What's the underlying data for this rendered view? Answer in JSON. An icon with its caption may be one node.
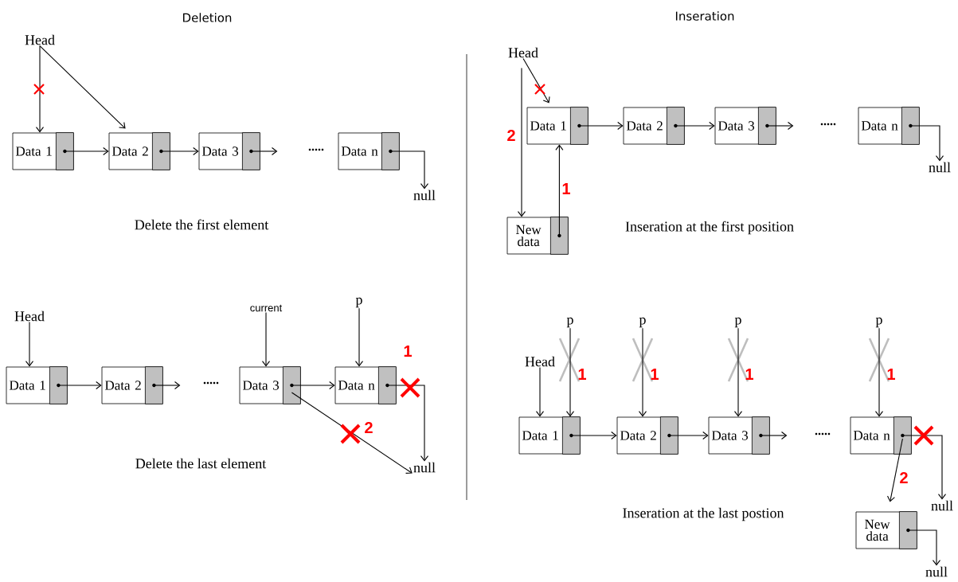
{
  "diagram": {
    "nodes": [
      {
        "text": [
          "Head"
        ]
      },
      {
        "text": [
          "Data 1"
        ]
      },
      {
        "text": [
          "Data 2"
        ]
      },
      {
        "text": [
          "Data 3"
        ]
      },
      {
        "text": [
          "Data n"
        ]
      },
      {
        "text": [
          "null"
        ]
      },
      {
        "text": [
          "Head"
        ]
      },
      {
        "text": [
          "Data 1"
        ]
      },
      {
        "text": [
          "Data 2"
        ]
      },
      {
        "text": [
          "current"
        ]
      },
      {
        "text": [
          "Data 3"
        ]
      },
      {
        "text": [
          "p"
        ]
      },
      {
        "text": [
          "Data n"
        ]
      },
      {
        "text": [
          "null"
        ]
      },
      {
        "text": [
          "Head"
        ]
      },
      {
        "text": [
          "Data 1"
        ]
      },
      {
        "text": [
          "Data 2"
        ]
      },
      {
        "text": [
          "Data 3"
        ]
      },
      {
        "text": [
          "Data n"
        ]
      },
      {
        "text": [
          "null"
        ]
      },
      {
        "text": [
          "New data"
        ]
      },
      {
        "text": [
          "Head"
        ]
      },
      {
        "text": [
          "p"
        ]
      },
      {
        "text": [
          "Data 1"
        ]
      },
      {
        "text": [
          "p"
        ]
      },
      {
        "text": [
          "Data 2"
        ]
      },
      {
        "text": [
          "p"
        ]
      },
      {
        "text": [
          "Data 3"
        ]
      },
      {
        "text": [
          "p"
        ]
      },
      {
        "text": [
          "Data n"
        ]
      },
      {
        "text": [
          "null"
        ]
      },
      {
        "text": [
          "New data"
        ]
      },
      {
        "text": [
          "null"
        ]
      }
    ],
    "edges": [
      {
        "from": 0,
        "to": 1,
        "arrow": "to"
      },
      {
        "from": 0,
        "to": 2,
        "arrow": "to"
      },
      {
        "from": 1,
        "to": 2,
        "arrow": "to"
      },
      {
        "from": 2,
        "to": 3,
        "arrow": "to"
      },
      {
        "from": 3,
        "to": null,
        "arrow": "to"
      },
      {
        "from": 4,
        "to": 5,
        "arrow": "to"
      },
      {
        "from": 6,
        "to": 7,
        "arrow": "to"
      },
      {
        "from": 7,
        "to": 8,
        "arrow": "to"
      },
      {
        "from": 8,
        "to": null,
        "arrow": "to"
      },
      {
        "from": 9,
        "to": 10,
        "arrow": "to"
      },
      {
        "from": 10,
        "to": 12,
        "arrow": "to"
      },
      {
        "from": 10,
        "to": 13,
        "arrow": "to"
      },
      {
        "from": 11,
        "to": 12,
        "arrow": "to"
      },
      {
        "from": 12,
        "to": 13,
        "arrow": "to"
      },
      {
        "from": 14,
        "to": 15,
        "arrow": "to"
      },
      {
        "from": 14,
        "to": 20,
        "arrow": "to"
      },
      {
        "from": 20,
        "to": 15,
        "arrow": "to"
      },
      {
        "from": 15,
        "to": 16,
        "arrow": "to"
      },
      {
        "from": 16,
        "to": 17,
        "arrow": "to"
      },
      {
        "from": 17,
        "to": null,
        "arrow": "to"
      },
      {
        "from": 18,
        "to": 19,
        "arrow": "to"
      },
      {
        "from": 21,
        "to": 23,
        "arrow": "to"
      },
      {
        "from": 22,
        "to": 23,
        "arrow": "to"
      },
      {
        "from": 23,
        "to": 25,
        "arrow": "to"
      },
      {
        "from": 24,
        "to": 25,
        "arrow": "to"
      },
      {
        "from": 25,
        "to": 27,
        "arrow": "to"
      },
      {
        "from": 26,
        "to": 27,
        "arrow": "to"
      },
      {
        "from": 27,
        "to": null,
        "arrow": "to"
      },
      {
        "from": 28,
        "to": 29,
        "arrow": "to"
      },
      {
        "from": 29,
        "to": 30,
        "arrow": "to"
      },
      {
        "from": 29,
        "to": 31,
        "arrow": "to"
      },
      {
        "from": 31,
        "to": 32,
        "arrow": "to"
      }
    ],
    "labels": [
      "Deletion",
      "Inseration",
      ".....",
      ".....",
      "2",
      "1",
      "Delete the first element",
      "Inseration at the first position",
      "1",
      "1",
      "1",
      "1",
      "1",
      ".....",
      ".....",
      "2",
      "Delete the last element",
      "2",
      "Inseration at the last postion"
    ]
  }
}
